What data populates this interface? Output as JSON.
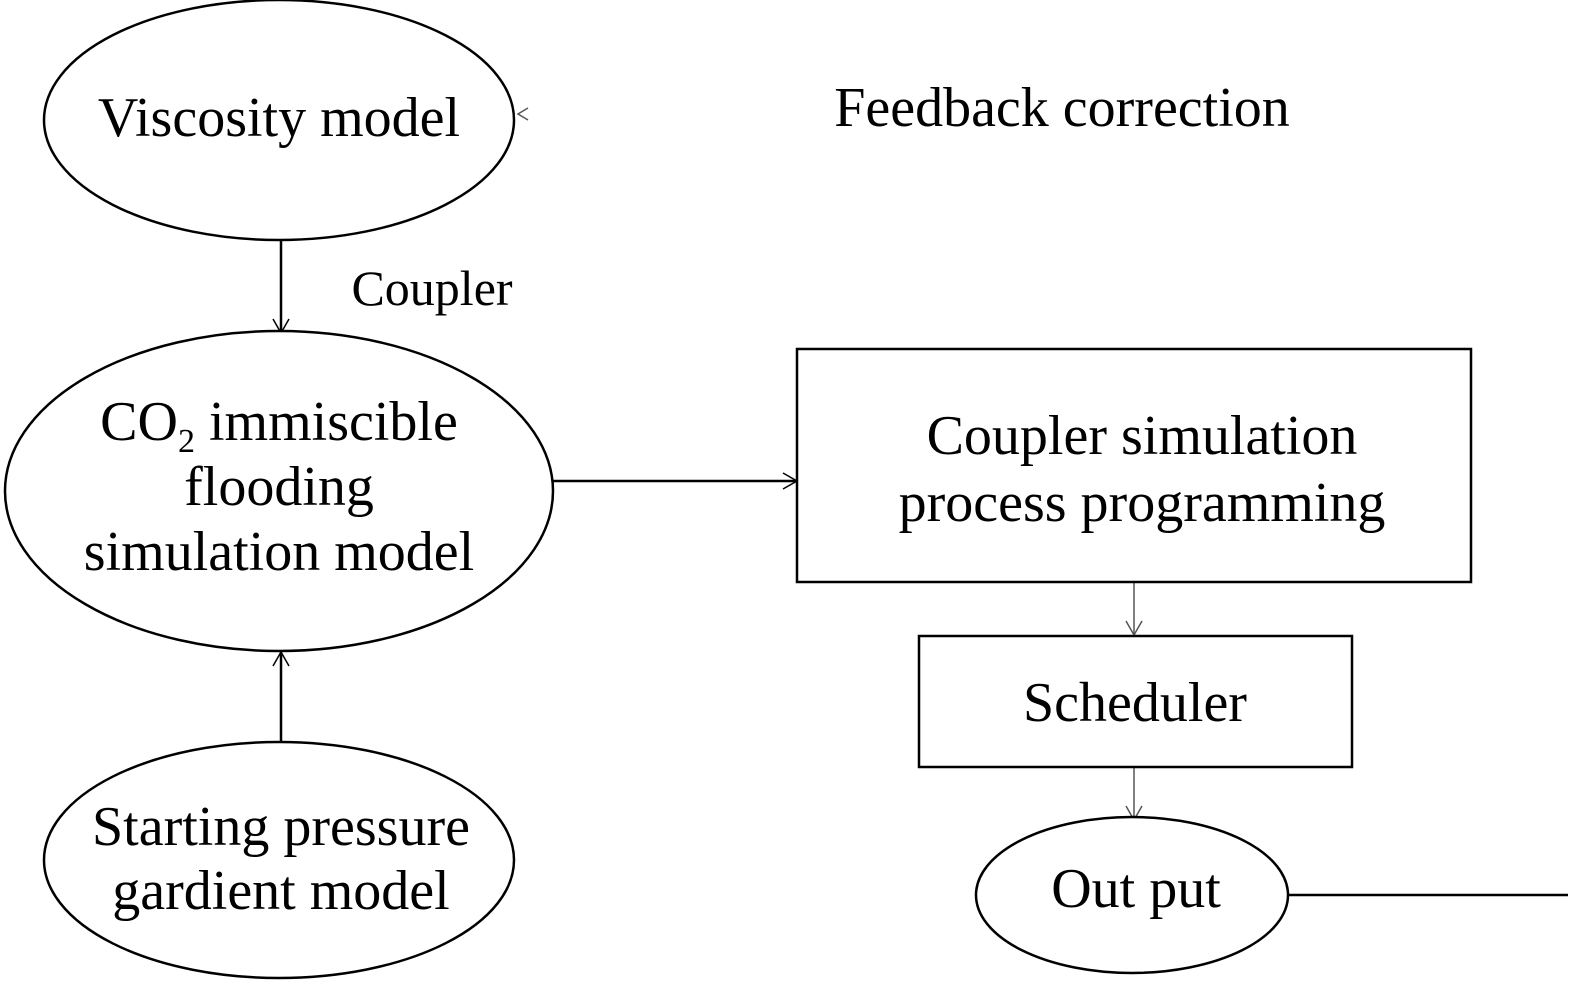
{
  "nodes": {
    "viscosity": {
      "label": "Viscosity model"
    },
    "co2_model": {
      "line1_prefix": "CO",
      "line1_sub": "2",
      "line1_suffix": " immiscible",
      "line2": "flooding",
      "line3": "simulation model"
    },
    "starting_pressure": {
      "line1": "Starting pressure",
      "line2": "gardient model"
    },
    "coupler_process": {
      "line1": "Coupler simulation",
      "line2": "process programming"
    },
    "scheduler": {
      "label": "Scheduler"
    },
    "output": {
      "label": "Out put"
    }
  },
  "labels": {
    "coupler": "Coupler",
    "feedback": "Feedback correction"
  }
}
